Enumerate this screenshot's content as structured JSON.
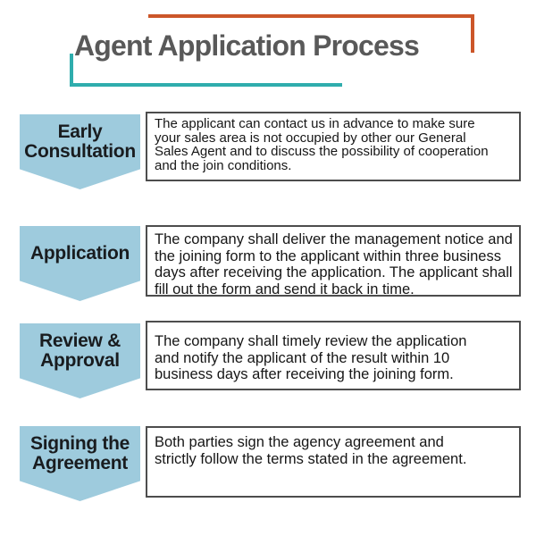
{
  "title": "Agent Application Process",
  "colors": {
    "accent-blue": "#9ecbdd",
    "accent-orange": "#cc5629",
    "accent-teal": "#2fadad",
    "title-gray": "#595959",
    "box-border": "#4d4d4d"
  },
  "steps": [
    {
      "label": "Early Consultation",
      "label_lines": [
        "Early",
        "Consultation"
      ],
      "description_lines": [
        "The applicant can contact us in advance to make sure",
        "your sales area is not occupied by other our General",
        "Sales Agent and to discuss the possibility of cooperation",
        "and the join conditions."
      ]
    },
    {
      "label": "Application",
      "label_lines": [
        "Application"
      ],
      "description_lines": [
        "The company shall deliver the management notice and",
        "the joining form to the applicant within three business",
        "days after receiving the application. The applicant shall",
        "fill out the form and send it back in time."
      ]
    },
    {
      "label": "Review & Approval",
      "label_lines": [
        "Review &",
        "Approval"
      ],
      "description_lines": [
        "The company shall timely review the application",
        "and notify the applicant of the result within 10",
        "business days after receiving the joining form."
      ]
    },
    {
      "label": "Signing the Agreement",
      "label_lines": [
        "Signing the",
        "Agreement"
      ],
      "description_lines": [
        "Both parties sign the agency agreement and",
        "strictly follow the terms stated in the agreement."
      ]
    }
  ]
}
